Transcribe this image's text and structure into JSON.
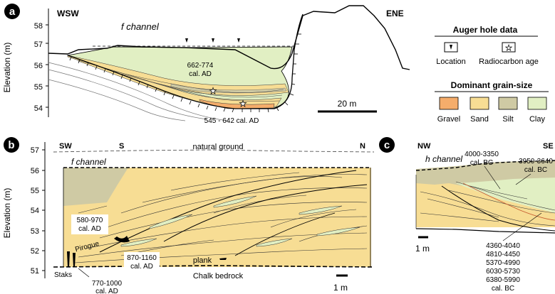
{
  "panel_a": {
    "label": "a",
    "left_dir": "WSW",
    "right_dir": "ENE",
    "channel": "f channel",
    "y_title": "Elevation (m)",
    "y_ticks": [
      "58",
      "57",
      "56",
      "55",
      "54"
    ],
    "date_upper_1": "662-774",
    "date_upper_2": "cal. AD",
    "date_lower": "545 - 642 cal. AD",
    "scale": "20 m"
  },
  "legend": {
    "auger_title": "Auger hole data",
    "location": "Location",
    "radiocarbon": "Radiocarbon age",
    "grain_title": "Dominant grain-size",
    "items": [
      {
        "label": "Gravel",
        "color": "#f5ad6b"
      },
      {
        "label": "Sand",
        "color": "#f7dd94"
      },
      {
        "label": "Silt",
        "color": "#cfcaa4"
      },
      {
        "label": "Clay",
        "color": "#e1efc3"
      }
    ]
  },
  "panel_b": {
    "label": "b",
    "sw": "SW",
    "s": "S",
    "n": "N",
    "natural_ground": "natural ground",
    "channel": "f channel",
    "y_title": "Elevation (m)",
    "y_ticks": [
      "57",
      "56",
      "55",
      "54",
      "53",
      "52",
      "51"
    ],
    "date1_a": "580-970",
    "date1_b": "cal. AD",
    "pirogue": "Pirogue",
    "date2_a": "870-1160",
    "date2_b": "cal. AD",
    "plank": "plank",
    "staks": "Staks",
    "date3_a": "770-1000",
    "date3_b": "cal. AD",
    "bedrock": "Chalk bedrock",
    "scale": "1 m"
  },
  "panel_c": {
    "label": "c",
    "nw": "NW",
    "se": "SE",
    "channel": "h channel",
    "date1_a": "4000-3350",
    "date1_b": "cal. BC",
    "date2_a": "3950-3640",
    "date2_b": "cal. BC",
    "dates_list": [
      "4360-4040",
      "4810-4450",
      "5370-4990",
      "6030-5730",
      "6380-5990",
      "cal. BC"
    ],
    "scale": "1 m"
  }
}
